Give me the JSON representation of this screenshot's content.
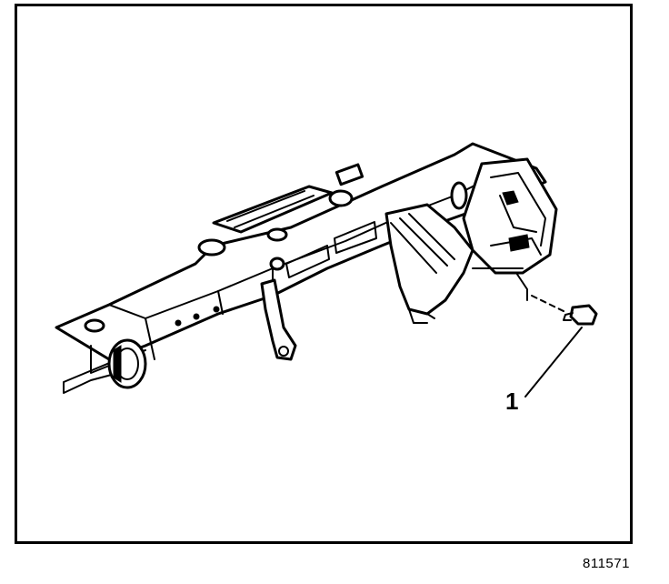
{
  "diagram": {
    "callout_label": "1",
    "figure_code": "811571",
    "callout_target": "bolt-fastener",
    "line_color": "#000000",
    "background": "#ffffff"
  }
}
